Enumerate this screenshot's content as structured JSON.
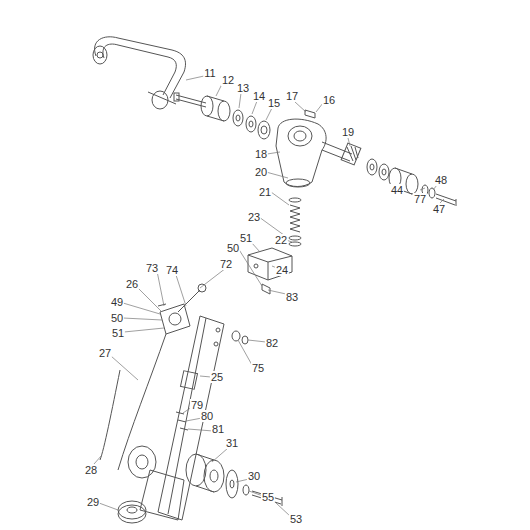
{
  "diagram": {
    "labels": [
      "11",
      "12",
      "13",
      "14",
      "15",
      "17",
      "16",
      "18",
      "19",
      "20",
      "48",
      "21",
      "44",
      "77",
      "47",
      "23",
      "22",
      "50",
      "51",
      "24",
      "73",
      "74",
      "72",
      "26",
      "83",
      "49",
      "50",
      "51",
      "82",
      "27",
      "75",
      "25",
      "79",
      "80",
      "81",
      "31",
      "30",
      "55",
      "28",
      "53",
      "29"
    ]
  }
}
